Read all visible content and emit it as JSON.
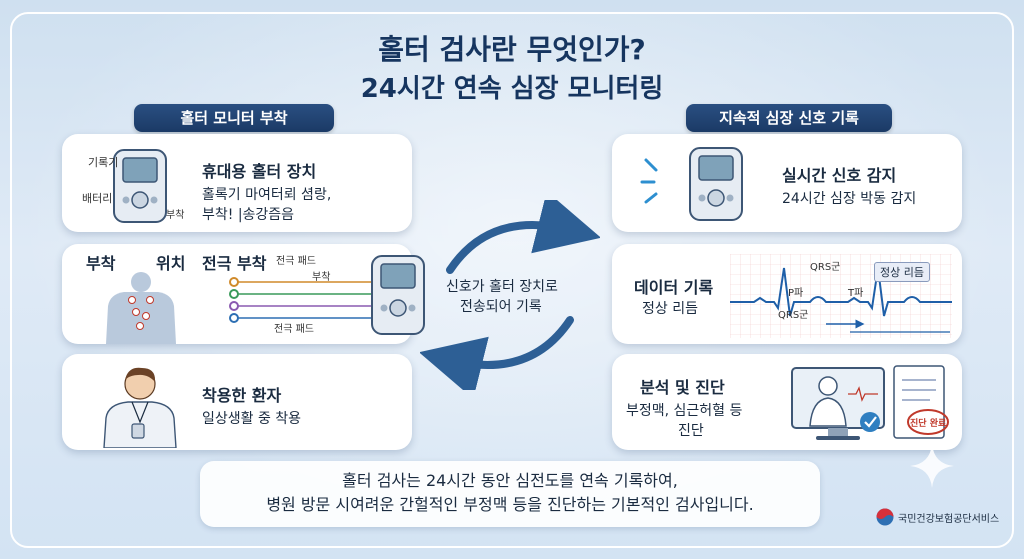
{
  "title": {
    "line1": "홀터 검사란 무엇인가?",
    "line2": "24시간 연속 심장 모니터링"
  },
  "left_header": "홀터 모니터 부착",
  "right_header": "지속적 심장 신호 기록",
  "card1": {
    "heading": "휴대용 홀터 장치",
    "line1": "홀록기 마여터뢰 셤랑,",
    "line2": "부착! |송강즘음",
    "label_recorder": "기록기",
    "label_battery": "배터리",
    "label_attach": "부착"
  },
  "card2": {
    "label_attach": "부착",
    "label_position": "위치",
    "heading": "전극 부착",
    "pad_top": "전극 패드",
    "attach": "부착",
    "pad_bottom": "전극 패드"
  },
  "card3": {
    "heading": "착용한 환자",
    "line1": "일상생활 중 착용"
  },
  "center_text": {
    "line1": "신호가 홀터 장치로",
    "line2": "전송되어 기록"
  },
  "rcard1": {
    "heading": "실시간 신호 감지",
    "line1": "24시간 심장 박동 감지"
  },
  "rcard2": {
    "heading": "데이터 기록",
    "line1": "정상 리듬",
    "qrs_top": "QRS군",
    "p_wave": "P파",
    "t_wave": "T파",
    "qrs_bottom": "QRS군",
    "badge": "정상 리듬"
  },
  "rcard3": {
    "heading": "분석 및 진단",
    "line1": "부정맥, 심근허혈 등",
    "line2": "진단",
    "stamp": "진단 완료"
  },
  "footer": {
    "line1": "홀터 검사는 24시간 동안 심전도를 연속 기록하여,",
    "line2": "병원 방문 시여려운 간헐적인 부정맥 등을 진단하는 기본적인 검사입니다."
  },
  "logo_text": "국민건강보험공단서비스",
  "colors": {
    "navy": "#1b3a66",
    "accent_blue": "#2d6fb3",
    "ecg_blue": "#1f5fa8",
    "stamp_red": "#c0392b"
  }
}
